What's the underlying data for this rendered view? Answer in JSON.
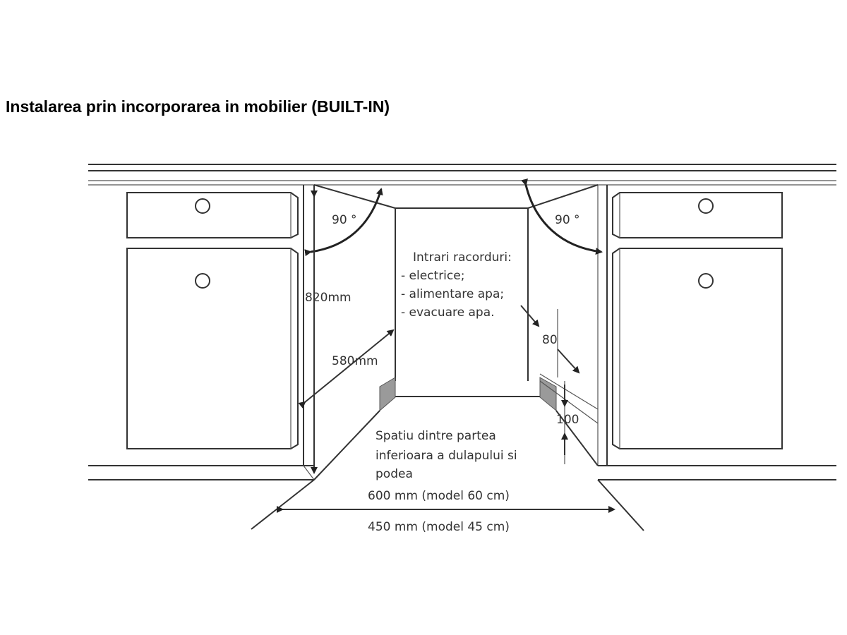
{
  "title": "Instalarea prin incorporarea in mobilier (BUILT-IN)",
  "labels": {
    "angle_left": "90 °",
    "angle_right": "90 °",
    "height": "820mm",
    "depth": "580mm",
    "dim_80": "80",
    "dim_100": "100",
    "connections_heading": "Intrari racorduri:",
    "connections": [
      "- electrice;",
      "- alimentare apa;",
      "- evacuare apa."
    ],
    "gap_note": [
      "Spatiu dintre partea",
      "inferioara a dulapului si",
      "podea"
    ],
    "width_60": "600 mm (model 60 cm)",
    "width_45": "450 mm (model 45 cm)"
  }
}
